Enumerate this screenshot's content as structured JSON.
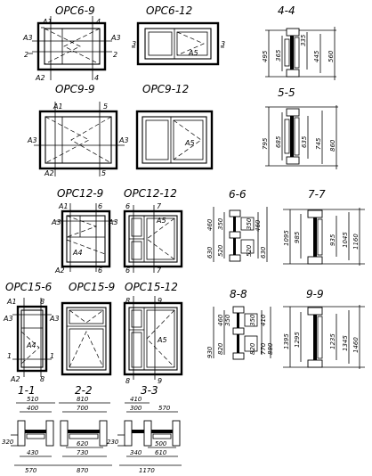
{
  "windows": {
    "opc6_9": {
      "title": "ОРС6-9",
      "marks": [
        "А1",
        "4",
        "А3",
        "А3",
        "2",
        "2",
        "А2",
        "4"
      ]
    },
    "opc6_12": {
      "title": "ОРС6-12",
      "marks": [
        "3",
        "3",
        "А5"
      ]
    },
    "opc9_9": {
      "title": "ОРС9-9",
      "marks": [
        "А1",
        "5",
        "А3",
        "А3",
        "А2",
        "5"
      ]
    },
    "opc9_12": {
      "title": "ОРС9-12",
      "marks": [
        "А5"
      ]
    },
    "opc12_9": {
      "title": "ОРС12-9",
      "marks": [
        "А1",
        "6",
        "А3",
        "А3",
        "А4",
        "А2",
        "6"
      ]
    },
    "opc12_12": {
      "title": "ОРС12-12",
      "marks": [
        "6",
        "7",
        "А5",
        "6",
        "7"
      ]
    },
    "opc15_6": {
      "title": "ОРС15-6",
      "marks": [
        "А1",
        "8",
        "А3",
        "А3",
        "А4",
        "1",
        "1",
        "А2",
        "8"
      ]
    },
    "opc15_9": {
      "title": "ОРС15-9",
      "marks": []
    },
    "opc15_12": {
      "title": "ОРС15-12",
      "marks": [
        "8",
        "9",
        "А5",
        "8",
        "9"
      ]
    }
  },
  "sections": {
    "s44": {
      "title": "4-4",
      "dims": [
        "495",
        "365",
        "335",
        "445",
        "560"
      ]
    },
    "s55": {
      "title": "5-5",
      "dims": [
        "795",
        "685",
        "635",
        "745",
        "860"
      ]
    },
    "s66": {
      "title": "6-6",
      "dims": [
        "460",
        "350",
        "350",
        "460",
        "630",
        "520",
        "520",
        "630"
      ]
    },
    "s77": {
      "title": "7-7",
      "dims": [
        "1095",
        "985",
        "935",
        "1045",
        "1160"
      ]
    },
    "s88": {
      "title": "8-8",
      "dims": [
        "460",
        "350",
        "350",
        "410",
        "930",
        "820",
        "820",
        "770",
        "880"
      ]
    },
    "s99": {
      "title": "9-9",
      "dims": [
        "1395",
        "1295",
        "1235",
        "1345",
        "1460"
      ]
    },
    "s11": {
      "title": "1-1",
      "dims": [
        "510",
        "400",
        "320",
        "430",
        "570"
      ]
    },
    "s22": {
      "title": "2-2",
      "dims": [
        "810",
        "700",
        "620",
        "730",
        "870"
      ]
    },
    "s33": {
      "title": "3-3",
      "dims": [
        "410",
        "300",
        "570",
        "230",
        "340",
        "500",
        "610",
        "1170"
      ]
    }
  }
}
